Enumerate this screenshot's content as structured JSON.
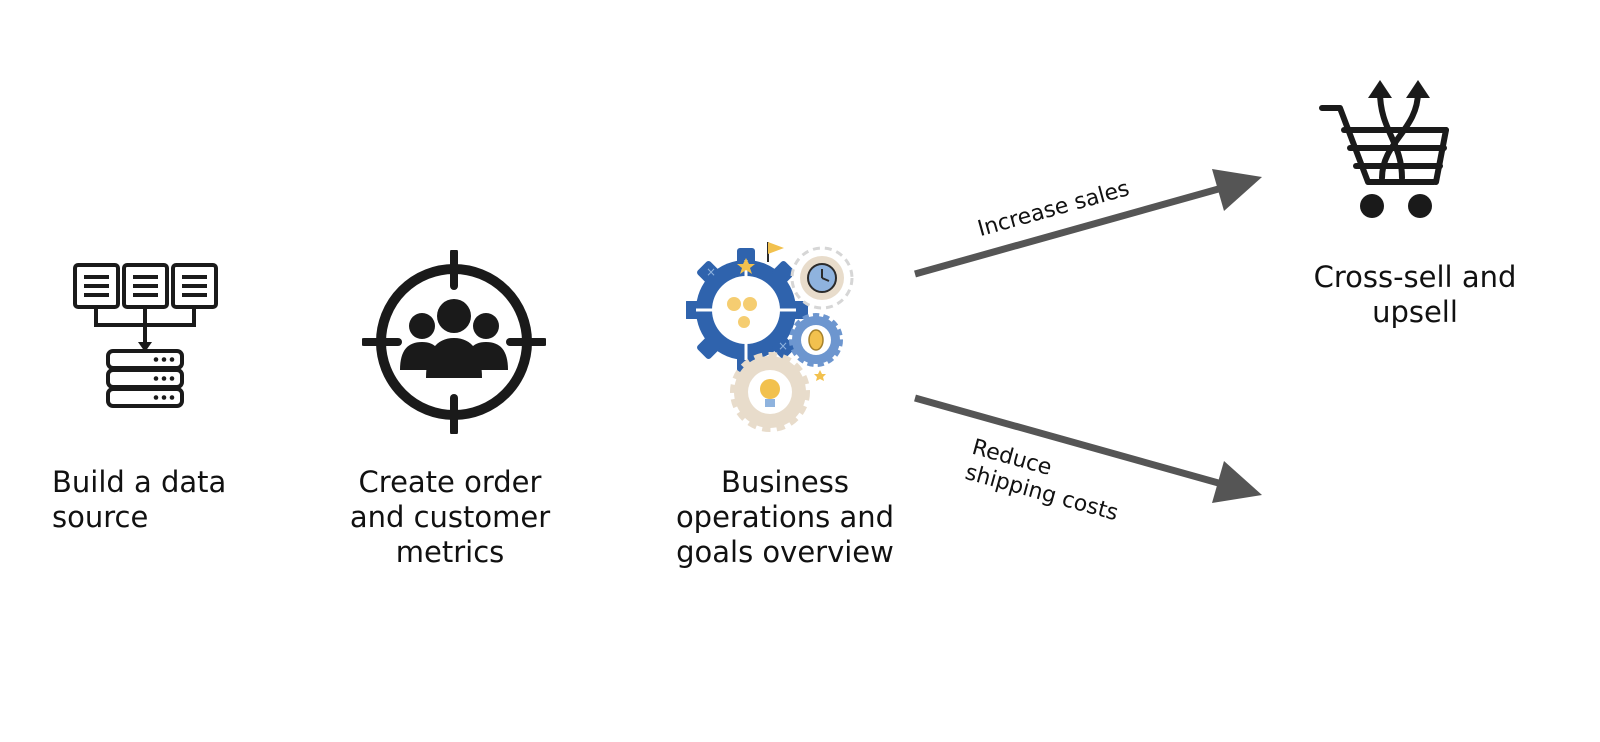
{
  "steps": [
    {
      "lines": [
        "Build a data",
        "source"
      ],
      "icon": "database-network-icon"
    },
    {
      "lines": [
        "Create order",
        "and customer",
        "metrics"
      ],
      "icon": "customer-target-icon"
    },
    {
      "lines": [
        "Business",
        "operations and",
        "goals overview"
      ],
      "icon": "business-gears-icon"
    }
  ],
  "outcome": {
    "lines": [
      "Cross-sell and",
      "upsell"
    ],
    "icon": "shopping-cart-cross-arrows-icon"
  },
  "arrows": {
    "up": {
      "lines": [
        "Increase sales"
      ]
    },
    "down": {
      "lines": [
        "Reduce",
        "shipping costs"
      ]
    }
  },
  "colors": {
    "icon": "#1a1a1a",
    "arrow": "#555555",
    "gear_blue": "#2f63ad",
    "gear_beige": "#e8dccb",
    "accent_yellow": "#f2c14e"
  }
}
